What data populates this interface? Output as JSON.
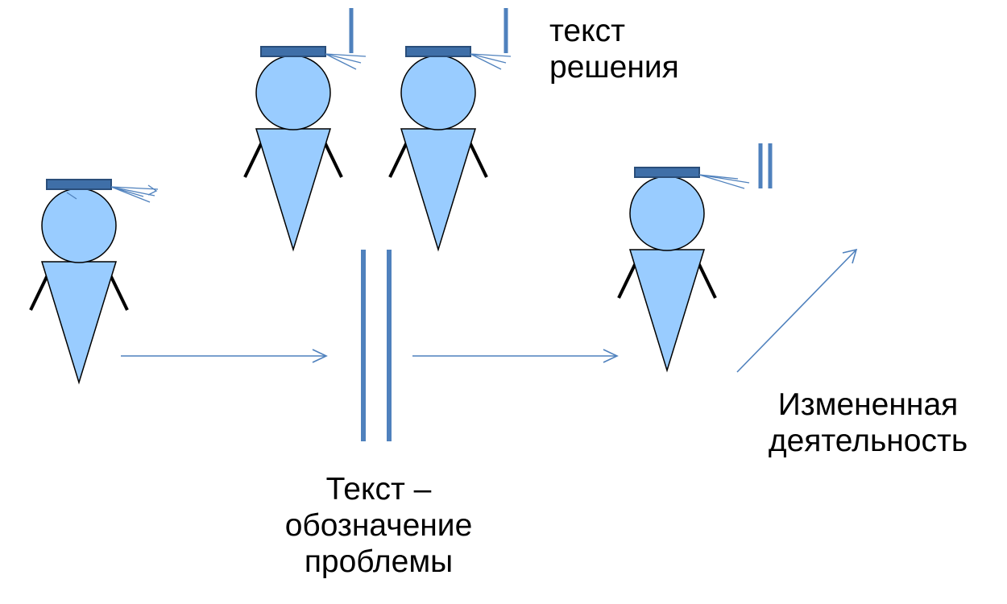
{
  "colors": {
    "figure_fill": "#99ccff",
    "figure_stroke": "#000000",
    "accent": "#4f81bd",
    "cap": "#3f6fa8",
    "cap_edge": "#2a4e7a"
  },
  "labels": {
    "solution": [
      "текст",
      "решения"
    ],
    "problem": [
      "Текст –",
      "обозначение",
      "проблемы"
    ],
    "activity": [
      "Измененная",
      "деятельность"
    ]
  }
}
